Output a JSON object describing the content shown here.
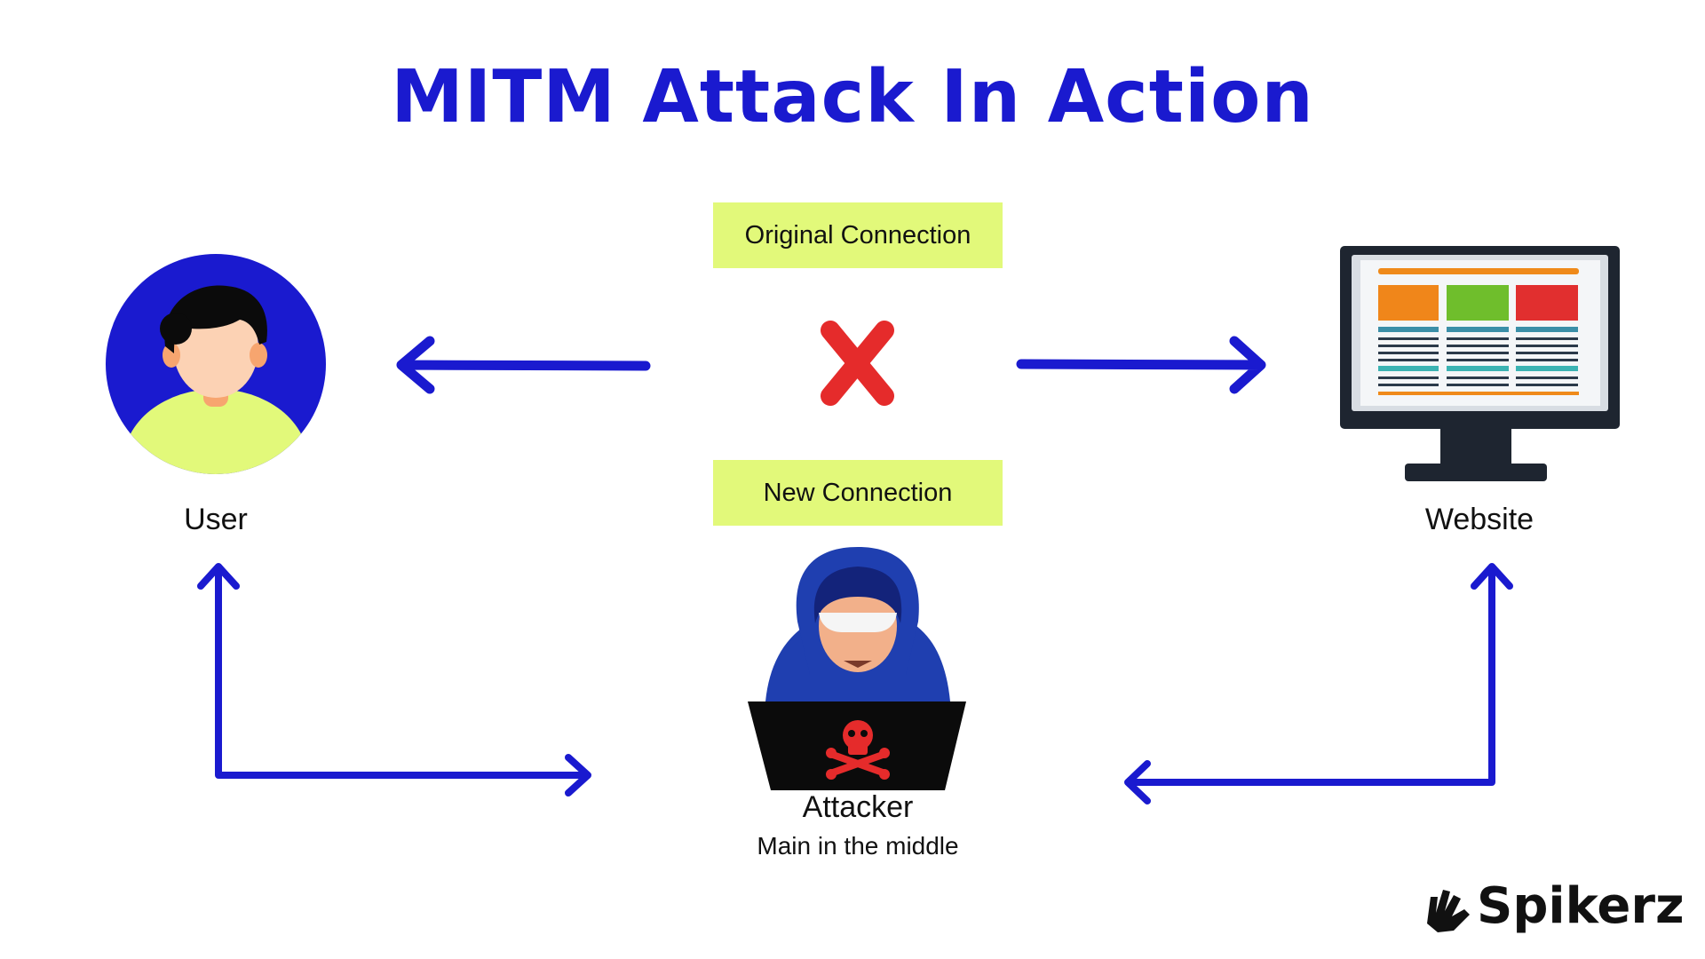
{
  "title": "MITM Attack In Action",
  "tags": {
    "original": "Original Connection",
    "new": "New Connection"
  },
  "nodes": {
    "user": "User",
    "website": "Website",
    "attacker": "Attacker",
    "attacker_sub": "Main in the middle"
  },
  "brand": {
    "name": "Spikerz",
    "logo_mark": "hand-icon"
  },
  "colors": {
    "title": "#1a1acf",
    "arrow": "#1a1acf",
    "tag_bg": "#e2f97a",
    "blocked": "#e52b2b"
  }
}
